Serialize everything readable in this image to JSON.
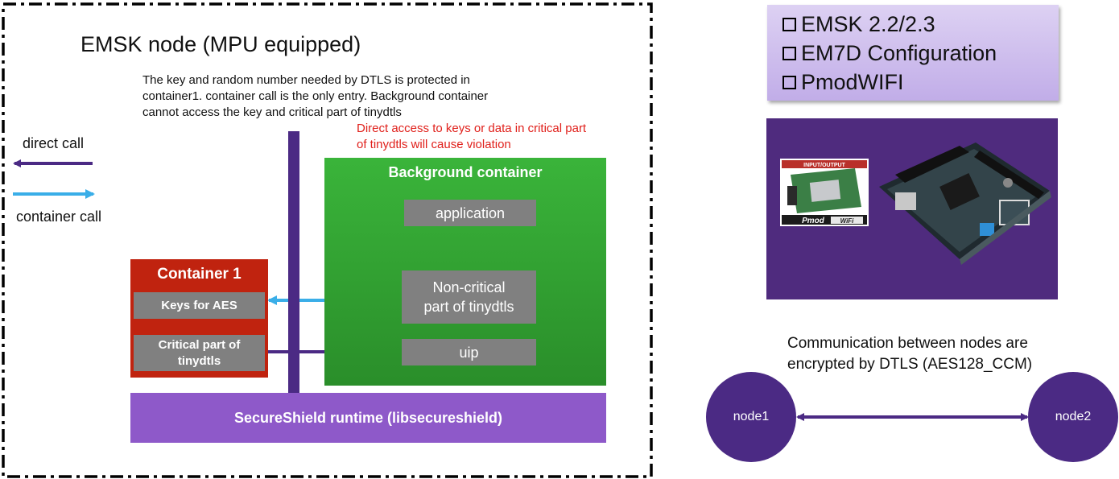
{
  "node": {
    "title": "EMSK node (MPU equipped)",
    "note": "The key and random number needed by DTLS is protected in container1. container call is the only entry. Background container cannot access the key and critical part of tinydtls",
    "violation": "Direct access to keys or data in critical part of tinydtls will cause violation"
  },
  "legend": {
    "direct_call": "direct call",
    "container_call": "container call"
  },
  "background_container": {
    "title": "Background container",
    "application": "application",
    "noncritical_line1": "Non-critical",
    "noncritical_line2": "part of tinydtls",
    "uip": "uip"
  },
  "container1": {
    "title": "Container  1",
    "keys": "Keys for AES",
    "critical_line1": "Critical part of",
    "critical_line2": "tinydtls"
  },
  "runtime": {
    "label": "SecureShield  runtime (libsecureshield)"
  },
  "spec": {
    "items": [
      "EMSK 2.2/2.3",
      "EM7D Configuration",
      "PmodWIFI"
    ]
  },
  "photo": {
    "label_input_output": "INPUT/OUTPUT",
    "label_pmod": "Pmod",
    "label_wifi": "WiFi"
  },
  "network": {
    "caption_line1": "Communication between nodes are",
    "caption_line2": "encrypted by DTLS (AES128_CCM)",
    "node1": "node1",
    "node2": "node2"
  },
  "colors": {
    "purple_dark": "#4b2a84",
    "arrow_blue": "#3aaee8",
    "green": "#36a936",
    "red": "#c0230f",
    "runtime_purple": "#8e59c9",
    "violation_red": "#e0201b"
  }
}
